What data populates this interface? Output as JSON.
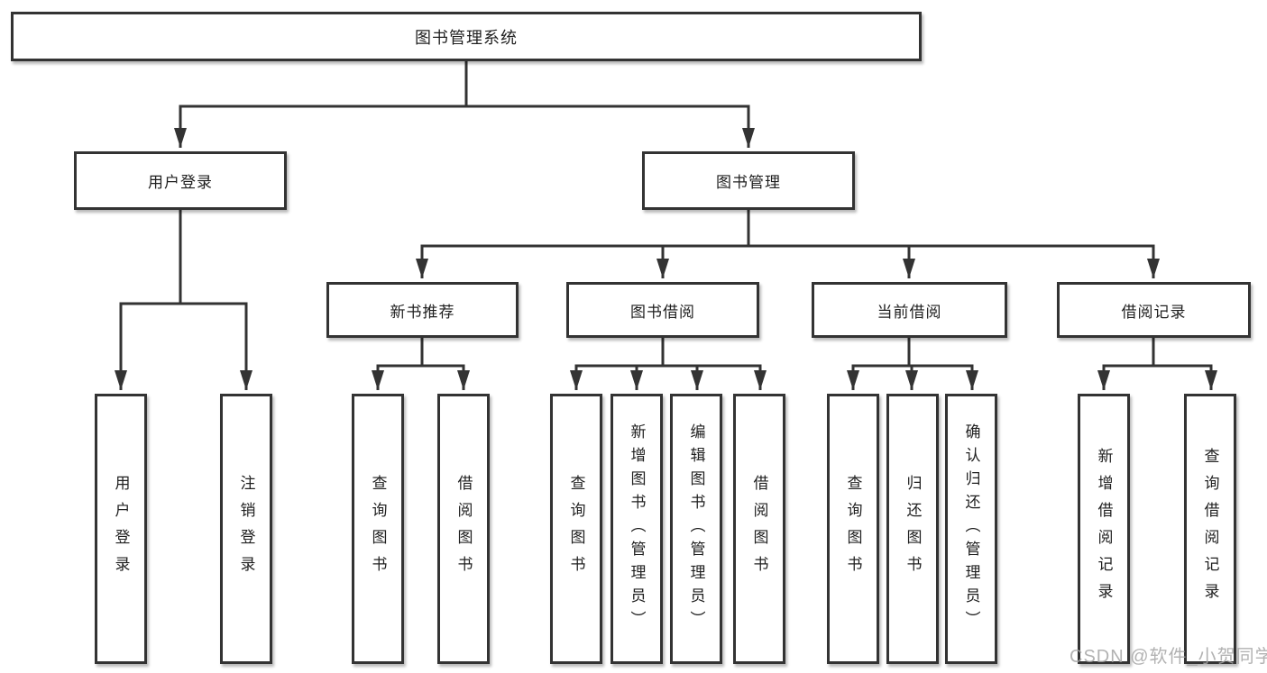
{
  "diagram": {
    "title": "图书管理系统",
    "level2": {
      "user_login": "用户登录",
      "book_management": "图书管理"
    },
    "level3": {
      "new_book_recommendation": "新书推荐",
      "book_borrowing": "图书借阅",
      "current_borrowing": "当前借阅",
      "borrowing_records": "借阅记录"
    },
    "leaves": {
      "login": [
        "用户登录",
        "注销登录"
      ],
      "recommend": [
        "查询图书",
        "借阅图书"
      ],
      "borrow": [
        "查询图书",
        "新增图书（管理员）",
        "编辑图书（管理员）",
        "借阅图书"
      ],
      "current": [
        "查询图书",
        "归还图书",
        "确认归还（管理员）"
      ],
      "records": [
        "新增借阅记录",
        "查询借阅记录"
      ]
    }
  },
  "watermark": "CSDN @软件_小贺同学",
  "colors": {
    "line": "#333333",
    "box_border": "#333333",
    "text": "#1f1f1f",
    "watermark": "#a5a5a5",
    "background": "#ffffff"
  }
}
